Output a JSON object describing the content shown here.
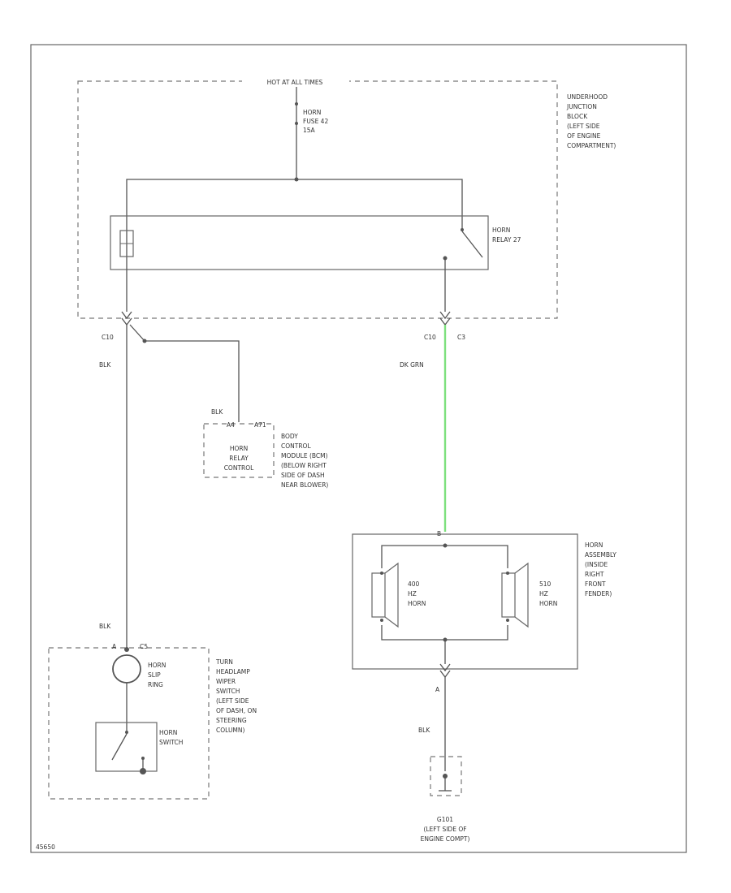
{
  "diagram": {
    "fuse_label_top": "HOT AT ALL TIMES",
    "fuse": [
      "HORN",
      "FUSE 42",
      "15A"
    ],
    "underhood_block": [
      "UNDERHOOD",
      "JUNCTION",
      "BLOCK",
      "(LEFT SIDE",
      "OF ENGINE",
      "COMPARTMENT)"
    ],
    "relay": [
      "HORN",
      "RELAY 27"
    ],
    "left_connector": "C10",
    "left_wire_color": "BLK",
    "right_connector_a": "C10",
    "right_connector_b": "C3",
    "right_wire_color": "DK GRN",
    "right_wire_color_hex": "#7ee07e",
    "bcm_wire_color": "BLK",
    "bcm_pin_a": "A4",
    "bcm_pin_b": "A71",
    "bcm_box": [
      "HORN",
      "RELAY",
      "CONTROL"
    ],
    "bcm_label": [
      "BODY",
      "CONTROL",
      "MODULE (BCM)",
      "(BELOW RIGHT",
      "SIDE OF DASH",
      "NEAR BLOWER)"
    ],
    "horn_pin_top": "B",
    "horn_left": [
      "400",
      "HZ",
      "HORN"
    ],
    "horn_right": [
      "510",
      "HZ",
      "HORN"
    ],
    "horn_assembly": [
      "HORN",
      "ASSEMBLY",
      "(INSIDE",
      "RIGHT",
      "FRONT",
      "FENDER)"
    ],
    "horn_pin_bottom": "A",
    "ground_wire_color": "BLK",
    "ground_label": [
      "G101",
      "(LEFT SIDE OF",
      "ENGINE COMPT)"
    ],
    "switch_wire_color": "BLK",
    "switch_pin_a": "A",
    "switch_pin_b": "C5",
    "slip_ring": [
      "HORN",
      "SLIP",
      "RING"
    ],
    "horn_switch": [
      "HORN",
      "SWITCH"
    ],
    "switch_assembly": [
      "TURN",
      "HEADLAMP",
      "WIPER",
      "SWITCH",
      "(LEFT SIDE",
      "OF DASH, ON",
      "STEERING",
      "COLUMN)"
    ],
    "figure_code": "45650"
  }
}
